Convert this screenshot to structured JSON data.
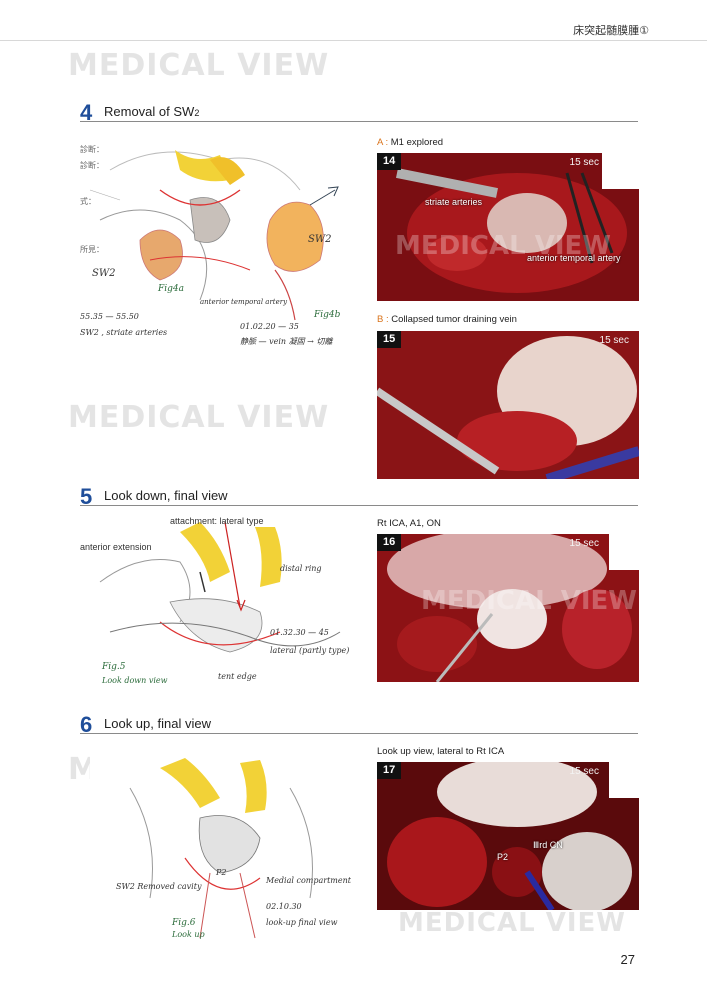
{
  "header": {
    "running_title": "床突起髄膜腫①"
  },
  "watermark": "MEDICAL VIEW",
  "sections": [
    {
      "number": "4",
      "title": "Removal of SW",
      "title_sub": "2"
    },
    {
      "number": "5",
      "title": "Look down, final view"
    },
    {
      "number": "6",
      "title": "Look up, final view"
    }
  ],
  "sketch_notes": {
    "s4_left_labels": [
      "診断：",
      "診断：",
      "式：",
      "所見："
    ],
    "s4_sw2_left": "SW2",
    "s4_sw2_right": "SW2",
    "s4_fig4a": "Fig4a",
    "s4_fig4b": "Fig4b",
    "s4_ata": "anterior temporal artery",
    "s4_time1": "55.35 — 55.50",
    "s4_note1": "SW2 , striate arteries",
    "s4_time2": "01.02.20 — 35",
    "s4_note2": "静脈 — vein 凝固 → 切離",
    "s5_attachment": "attachment: lateral type",
    "s5_anterior": "anterior extension",
    "s5_ring": "distal ring",
    "s5_time": "01.32.30 — 45",
    "s5_lateral": "lateral (partly type)",
    "s5_fig": "Fig.5",
    "s5_look": "Look down view",
    "s5_edge": "tent edge",
    "s6_sw": "SW2 Removed cavity",
    "s6_p2": "P2",
    "s6_medial": "Medial compartment",
    "s6_time": "02.10.30",
    "s6_lookup": "look-up final view",
    "s6_fig": "Fig.6",
    "s6_lookup2": "Look up"
  },
  "photos": [
    {
      "caption_letter": "A",
      "caption_text": "M1 explored",
      "number": "14",
      "time": "15 sec",
      "labels": [
        "striate arteries",
        "anterior temporal artery"
      ]
    },
    {
      "caption_letter": "B",
      "caption_text": "Collapsed tumor draining vein",
      "number": "15",
      "time": "15 sec"
    },
    {
      "caption_text": "Rt ICA, A1, ON",
      "number": "16",
      "time": "15 sec"
    },
    {
      "caption_text": "Look up view, lateral to Rt ICA",
      "number": "17",
      "time": "15 sec",
      "labels": [
        "Ⅲrd CN",
        "P2"
      ]
    }
  ],
  "page_number": "27",
  "colors": {
    "section_number": "#1f4e9a",
    "caption_letter": "#d9731b",
    "tissue_red": "#b21d1f"
  }
}
